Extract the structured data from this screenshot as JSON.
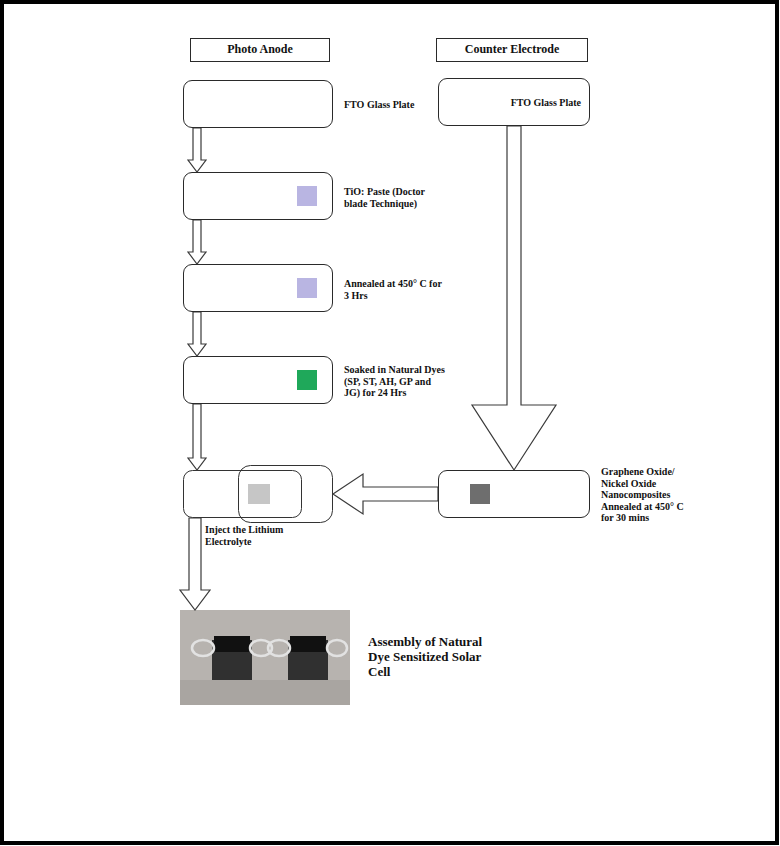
{
  "diagram": {
    "nodes": [
      {
        "text": [
          "Photo Anode"
        ]
      },
      {
        "text": [
          "Counter Electrode"
        ]
      },
      {
        "text": [
          "FTO Glass Plate"
        ]
      },
      {
        "text": [
          "FTO Glass Plate"
        ]
      },
      {
        "text": [
          "TiO: Paste (Doctor blade Technique)"
        ]
      },
      {
        "text": [
          "Annealed at 450° C for 3 Hrs"
        ]
      },
      {
        "text": [
          "Soaked in Natural Dyes (SP, ST, AH, GP and JG) for 24 Hrs"
        ]
      },
      {
        "text": [
          "Graphene Oxide/ Nickel Oxide Nanocomposites Annealed at 450° C for 30 mins"
        ]
      },
      {
        "text": [
          "Inject the Lithium Electrolyte"
        ]
      },
      {
        "text": [
          "Assembly of Natural Dye Sensitized Solar Cell"
        ]
      }
    ],
    "edges": [
      {
        "from": 2,
        "to": 4,
        "arrow": "to"
      },
      {
        "from": 4,
        "to": 5,
        "arrow": "to"
      },
      {
        "from": 5,
        "to": 6,
        "arrow": "to"
      },
      {
        "from": 6,
        "to": 8,
        "arrow": "to"
      },
      {
        "from": 3,
        "to": 7,
        "arrow": "to"
      },
      {
        "from": 7,
        "to": 8,
        "arrow": "to"
      },
      {
        "from": 8,
        "to": 9,
        "arrow": "to"
      }
    ]
  }
}
